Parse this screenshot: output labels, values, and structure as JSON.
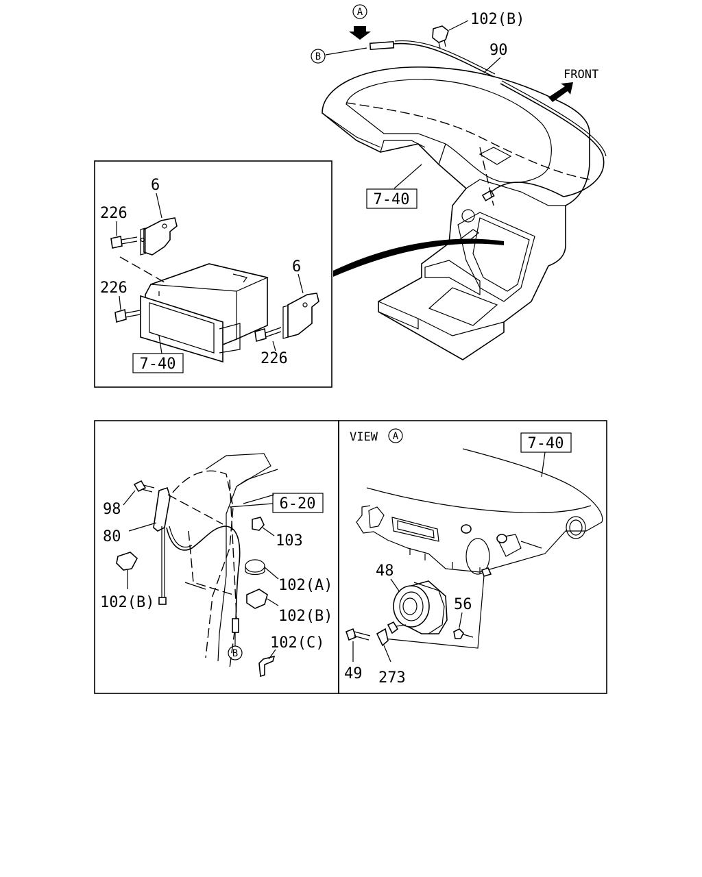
{
  "diagram": {
    "labels": {
      "a_marker": "A",
      "b_marker_top": "B",
      "part_102b_top": "102(B)",
      "part_90": "90",
      "front": "FRONT",
      "ref_7_40_top": "7-40",
      "part_6_upper": "6",
      "part_226_upper": "226",
      "part_226_mid": "226",
      "part_6_right": "6",
      "part_226_lower": "226",
      "ref_7_40_inset": "7-40",
      "part_98": "98",
      "part_80": "80",
      "part_102b_left": "102(B)",
      "ref_6_20": "6-20",
      "part_103": "103",
      "part_102a": "102(A)",
      "part_102b_mid": "102(B)",
      "part_102c": "102(C)",
      "b_marker_bottom": "B",
      "view_text": "VIEW",
      "view_marker": "A",
      "ref_7_40_view": "7-40",
      "part_48": "48",
      "part_56": "56",
      "part_49": "49",
      "part_273": "273"
    }
  }
}
